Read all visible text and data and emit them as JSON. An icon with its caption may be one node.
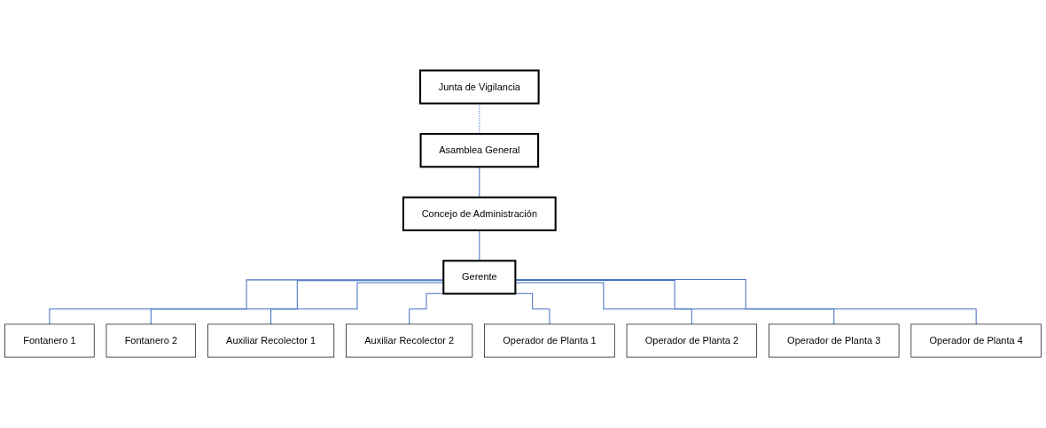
{
  "diagram": {
    "nodes": [
      {
        "text": [
          "Asamblea General"
        ]
      },
      {
        "text": [
          "Junta de Vigilancia"
        ]
      },
      {
        "text": [
          "Concejo de Administración"
        ]
      },
      {
        "text": [
          "Gerente"
        ]
      },
      {
        "text": [
          "Fontanero 1"
        ]
      },
      {
        "text": [
          "Fontanero 2"
        ]
      },
      {
        "text": [
          "Auxiliar Recolector 1"
        ]
      },
      {
        "text": [
          "Auxiliar Recolector 2"
        ]
      },
      {
        "text": [
          "Operador de Planta 1"
        ]
      },
      {
        "text": [
          "Operador de Planta 2"
        ]
      },
      {
        "text": [
          "Operador de Planta 3"
        ]
      },
      {
        "text": [
          "Operador de Planta 4"
        ]
      }
    ],
    "edges": [
      {
        "from": 0,
        "to": 2,
        "arrow": "none",
        "color": "#4472c4"
      },
      {
        "from": 1,
        "to": 0,
        "arrow": "none",
        "style": "dashed",
        "color": "#4472c4"
      },
      {
        "from": 2,
        "to": 3,
        "arrow": "none",
        "color": "#4472c4"
      },
      {
        "from": 3,
        "to": 4,
        "arrow": "none",
        "color": "#4472c4"
      },
      {
        "from": 3,
        "to": 5,
        "arrow": "none",
        "color": "#4472c4"
      },
      {
        "from": 3,
        "to": 6,
        "arrow": "none",
        "color": "#4472c4"
      },
      {
        "from": 3,
        "to": 7,
        "arrow": "none",
        "color": "#4472c4"
      },
      {
        "from": 3,
        "to": 8,
        "arrow": "none",
        "color": "#4472c4"
      },
      {
        "from": 3,
        "to": 9,
        "arrow": "none",
        "color": "#4472c4"
      },
      {
        "from": 3,
        "to": 10,
        "arrow": "none",
        "color": "#4472c4"
      },
      {
        "from": 3,
        "to": 11,
        "arrow": "none",
        "color": "#4472c4"
      }
    ]
  }
}
